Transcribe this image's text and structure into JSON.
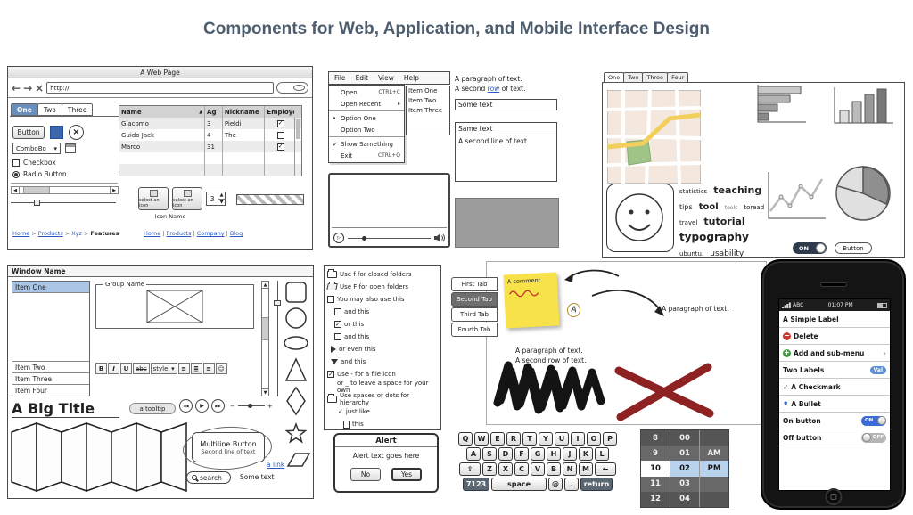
{
  "title": "Components for Web, Application, and Mobile Interface Design",
  "icons": {
    "back": "←",
    "forward": "→",
    "close": "×",
    "caret": "▾",
    "sort_asc": "▲",
    "up": "▲",
    "down": "▼",
    "left": "◀",
    "right": "▶",
    "submenu": "▸",
    "check": "✓",
    "bullet": "•",
    "dot": "•",
    "play": "▷",
    "prev": "◀◀",
    "next": "▶▶",
    "minus": "−",
    "plus": "+",
    "chevron": "›",
    "star": "☆",
    "crumb_sep": ">",
    "pipe_sep": "|",
    "align1": "≡",
    "align2": "≣",
    "align3": "≡",
    "smiley": "☺"
  },
  "browser": {
    "window_title": "A Web Page",
    "url": "http://",
    "tabs": [
      "One",
      "Two",
      "Three"
    ],
    "button_label": "Button",
    "combobox_label": "ComboBo",
    "checkbox_label": "Checkbox",
    "radio_label": "Radio Button",
    "grid": {
      "headers": [
        "Name",
        "Ag",
        "Nickname",
        "Employe"
      ],
      "rows": [
        {
          "name": "Giacomo",
          "age": "3",
          "nick": "Pieldi",
          "employee": true
        },
        {
          "name": "Guido Jack",
          "age": "4",
          "nick": "The",
          "employee": false
        },
        {
          "name": "Marco",
          "age": "31",
          "nick": "",
          "employee": true
        }
      ]
    },
    "icon_select_label": "select an icon",
    "stepper_value": "3",
    "icon_name_label": "Icon Name",
    "breadcrumbs": [
      "Home",
      "Products",
      "Xyz",
      "Features"
    ],
    "nav_links": [
      "Home",
      "Products",
      "Company",
      "Blog"
    ]
  },
  "menubar": {
    "items": [
      "File",
      "Edit",
      "View",
      "Help"
    ]
  },
  "menu": {
    "open": "Open",
    "open_shortcut": "CTRL+C",
    "open_recent": "Open Recent",
    "option_one": "Option One",
    "option_two": "Option Two",
    "show_something": "Show Samething",
    "exit": "Exit",
    "exit_shortcut": "CTRL+Q"
  },
  "listbox": {
    "items": [
      "Item One",
      "Item Two",
      "Item Three"
    ]
  },
  "paragraph_block": {
    "line1": "A paragraph of text.",
    "line2_pre": "A second ",
    "line2_link": "row",
    "line2_post": " of text."
  },
  "some_text_input": "Some text",
  "text_area": {
    "line1": "Same text",
    "line2": "A second line of text"
  },
  "widget_panel": {
    "tabs": [
      "One",
      "Two",
      "Three",
      "Four"
    ],
    "tag_cloud": [
      "statistics",
      "teaching",
      "tips",
      "tool",
      "tools",
      "toread",
      "travel",
      "tutorial",
      "typography",
      "ubuntu.",
      "usability"
    ],
    "toggle_label": "ON",
    "button_label": "Button"
  },
  "window": {
    "window_title": "Window Name",
    "list": {
      "selected": "Item One",
      "items": [
        "Item Two",
        "Item Three",
        "Item Four"
      ]
    },
    "group_label": "Group Name",
    "toolbar": {
      "bold": "B",
      "italic": "I",
      "underline": "U",
      "strike": "abc",
      "style": "style"
    },
    "big_title": "A Big Title",
    "tooltip": "a tooltip",
    "multiline_button": {
      "line1": "Multiline Button",
      "line2": "Second line of text"
    },
    "link_label": "a link",
    "search_label": "search",
    "some_text": "Some text"
  },
  "tree": {
    "items": [
      {
        "label": "Use f for closed folders"
      },
      {
        "label": "Use F for open folders"
      },
      {
        "label": "You may also use this"
      },
      {
        "label": "and this"
      },
      {
        "label": "or this"
      },
      {
        "label": "and this"
      },
      {
        "label": "or even this"
      },
      {
        "label": "and this"
      },
      {
        "label": "Use - for a file icon"
      },
      {
        "label": "or _ to leave a space for your own"
      },
      {
        "label": "Use spaces or dots for hierarchy"
      },
      {
        "label": "just like"
      },
      {
        "label": "this"
      }
    ]
  },
  "alert": {
    "title": "Alert",
    "message": "Alert text goes here",
    "no": "No",
    "yes": "Yes"
  },
  "side_tabs": [
    "First Tab",
    "Second Tab",
    "Third Tab",
    "Fourth Tab"
  ],
  "sketch": {
    "sticky_note": "A comment",
    "annotation": "A",
    "paragraph_right": "A paragraph of text.",
    "paragraph_line1": "A paragraph of text.",
    "paragraph_line2": "A second row of text."
  },
  "keyboard": {
    "row1": [
      "Q",
      "W",
      "E",
      "R",
      "T",
      "Y",
      "U",
      "I",
      "O",
      "P"
    ],
    "row2": [
      "A",
      "S",
      "D",
      "F",
      "G",
      "H",
      "J",
      "K",
      "L"
    ],
    "row3": [
      "Z",
      "X",
      "C",
      "V",
      "B",
      "N",
      "M"
    ],
    "shift_key": "⇧",
    "backspace_key": "←",
    "numbers_key": "7123",
    "space_key": "space",
    "at_key": "@",
    "period_key": ".",
    "return_key": "return"
  },
  "time_picker": {
    "hours": [
      "8",
      "9",
      "10",
      "11",
      "12"
    ],
    "minutes": [
      "00",
      "01",
      "02",
      "03",
      "04"
    ],
    "ampm": [
      "",
      "AM",
      "PM",
      "",
      ""
    ]
  },
  "phone": {
    "carrier": "ABC",
    "clock": "01:07 PM",
    "rows": [
      {
        "label": "A Simple Label"
      },
      {
        "label": "Delete"
      },
      {
        "label": "Add and sub-menu"
      },
      {
        "label": "Two Labels",
        "value": "Val"
      },
      {
        "label": "A Checkmark"
      },
      {
        "label": "A Bullet"
      },
      {
        "label": "On button",
        "toggle": "ON"
      },
      {
        "label": "Off button",
        "toggle": "OFF"
      }
    ]
  }
}
